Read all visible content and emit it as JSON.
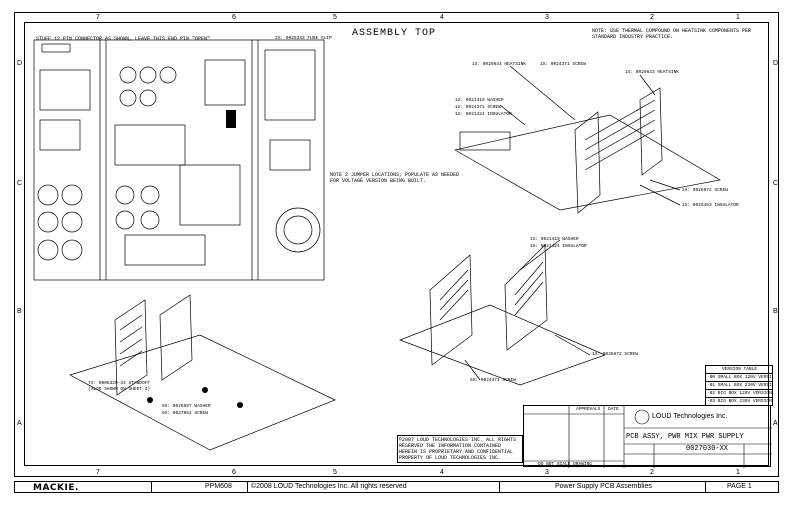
{
  "zones_top": [
    "7",
    "6",
    "5",
    "4",
    "3",
    "2",
    "1"
  ],
  "zones_bottom": [
    "7",
    "6",
    "5",
    "4",
    "3",
    "2",
    "1"
  ],
  "zones_side": [
    "D",
    "C",
    "B",
    "A"
  ],
  "title": "ASSEMBLY TOP",
  "notes": {
    "stuff": "STUFF 12 PIN CONNECTOR AS SHOWN, LEAVE THIS END PIN \"OPEN\"",
    "thermal": "NOTE: USE THERMAL COMPOUND ON HEATSINK COMPONENTS PER STANDARD INDUSTRY PRACTICE.",
    "jumper": "NOTE 2 JUMPER LOCATIONS, POPULATE AS NEEDED FOR VOLTAGE VERSION BEING BUILT.",
    "fuse": "2X: 0025343 FUSE CLIP"
  },
  "callouts": {
    "heatsink1": "1X: 0029644 HEATSINK",
    "screw1": "1X: 0024371 SCREW",
    "heatsink2": "1X: 0029643 HEATSINK",
    "washer1": "1X: 0021419 WASHER",
    "screw2": "1X: 0024371 SCREW",
    "insulator1": "1X: 0021424 INSULATOR",
    "screw3": "2X: 0026672 SCREW",
    "insulator2": "2X: 0025453 INSULATOR",
    "washer2": "1X: 0021419 WASHER",
    "insulator3": "1X: 0021424 INSULATOR",
    "screw4": "1X: 0026672 SCREW",
    "screw5": "6X: 0024371 SCREW",
    "standoff": "7X: 0008320-34 STANDOFF",
    "standoff_note": "(ALSO SHOWN ON SHEET 2)",
    "washer3": "6X: 0026697 WASHER",
    "screw6": "6X: 0027952 SCREW"
  },
  "version_table": {
    "header": "VERSION TABLE",
    "rows": [
      "-00 SMALL BOX 120V VERSION",
      "-01 SMALL BOX 230V VERSION",
      "-02 BIG BOX 120V VERSION",
      "-03 BIG BOX 230V VERSION"
    ]
  },
  "copyright": "©2007 LOUD TECHNOLOGIES INC. ALL RIGHTS RESERVED THE INFORMATION CONTAINED HEREIN IS PROPRIETARY AND CONFIDENTIAL PROPERTY OF LOUD TECHNOLOGIES INC.",
  "title_block": {
    "approvals": "APPROVALS",
    "date": "DATE",
    "company": "LOUD Technologies Inc.",
    "doc_title": "PCB ASSY, PWR MIX PWR SUPPLY",
    "part_number": "0027030-XX",
    "no_scale": "DO NOT SCALE DRAWING"
  },
  "footer": {
    "brand": "MACKIE.",
    "model": "PPM608",
    "copyright": "©2008 LOUD Technologies Inc. All rights reserved",
    "section": "Power Supply PCB Assemblies",
    "page": "PAGE 1"
  }
}
